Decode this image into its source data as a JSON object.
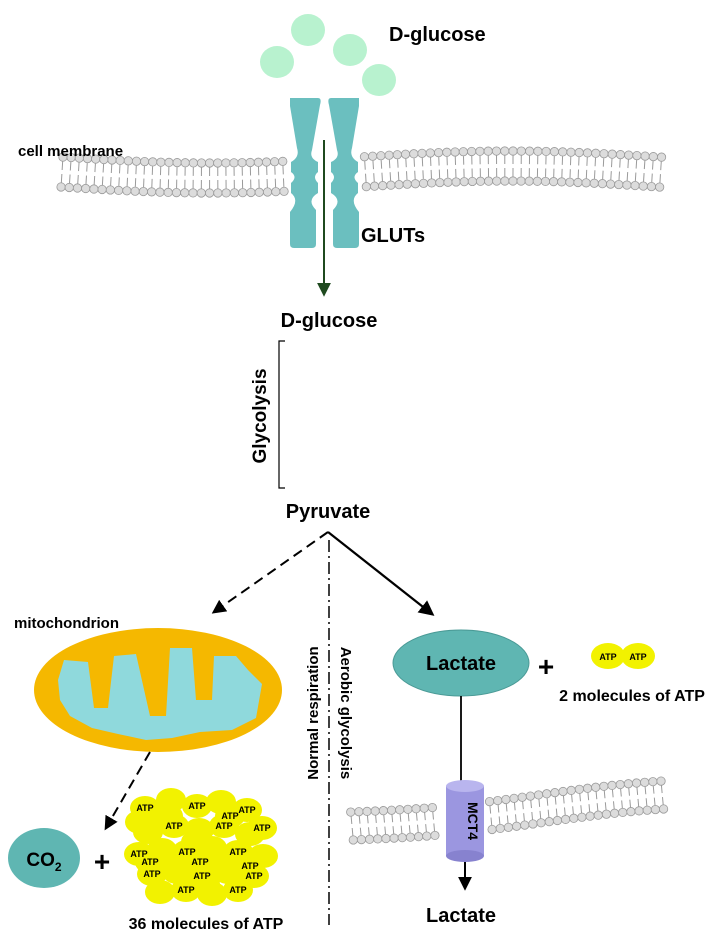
{
  "labels": {
    "glucose_outside": "D-glucose",
    "cell_membrane": "cell membrane",
    "gluts": "GLUTs",
    "glucose_inside": "D-glucose",
    "glycolysis": "Glycolysis",
    "pyruvate": "Pyruvate",
    "mitochondrion": "mitochondrion",
    "normal_respiration": "Normal respiration",
    "aerobic_glycolysis": "Aerobic glycolysis",
    "lactate_inside": "Lactate",
    "plus_right": "+",
    "atp_two": "2 molecules of ATP",
    "mct4": "MCT4",
    "lactate_outside": "Lactate",
    "co2_base": "CO",
    "co2_sub": "2",
    "plus_left": "+",
    "atp_thirtysix": "36 molecules of ATP",
    "atp_token": "ATP"
  },
  "colors": {
    "glucose": "#b8f2cf",
    "transporter": "#6bbfbf",
    "membrane_head": "#dcdcdc",
    "membrane_outline": "#9a9a9a",
    "mito_outer": "#f5b800",
    "mito_inner": "#8fd9dc",
    "lactate_node": "#5fb6b2",
    "co2_node": "#5fb6b2",
    "atp": "#f2f200",
    "mct4": "#9b96e0",
    "arrow_glucose": "#1f4a1f"
  }
}
